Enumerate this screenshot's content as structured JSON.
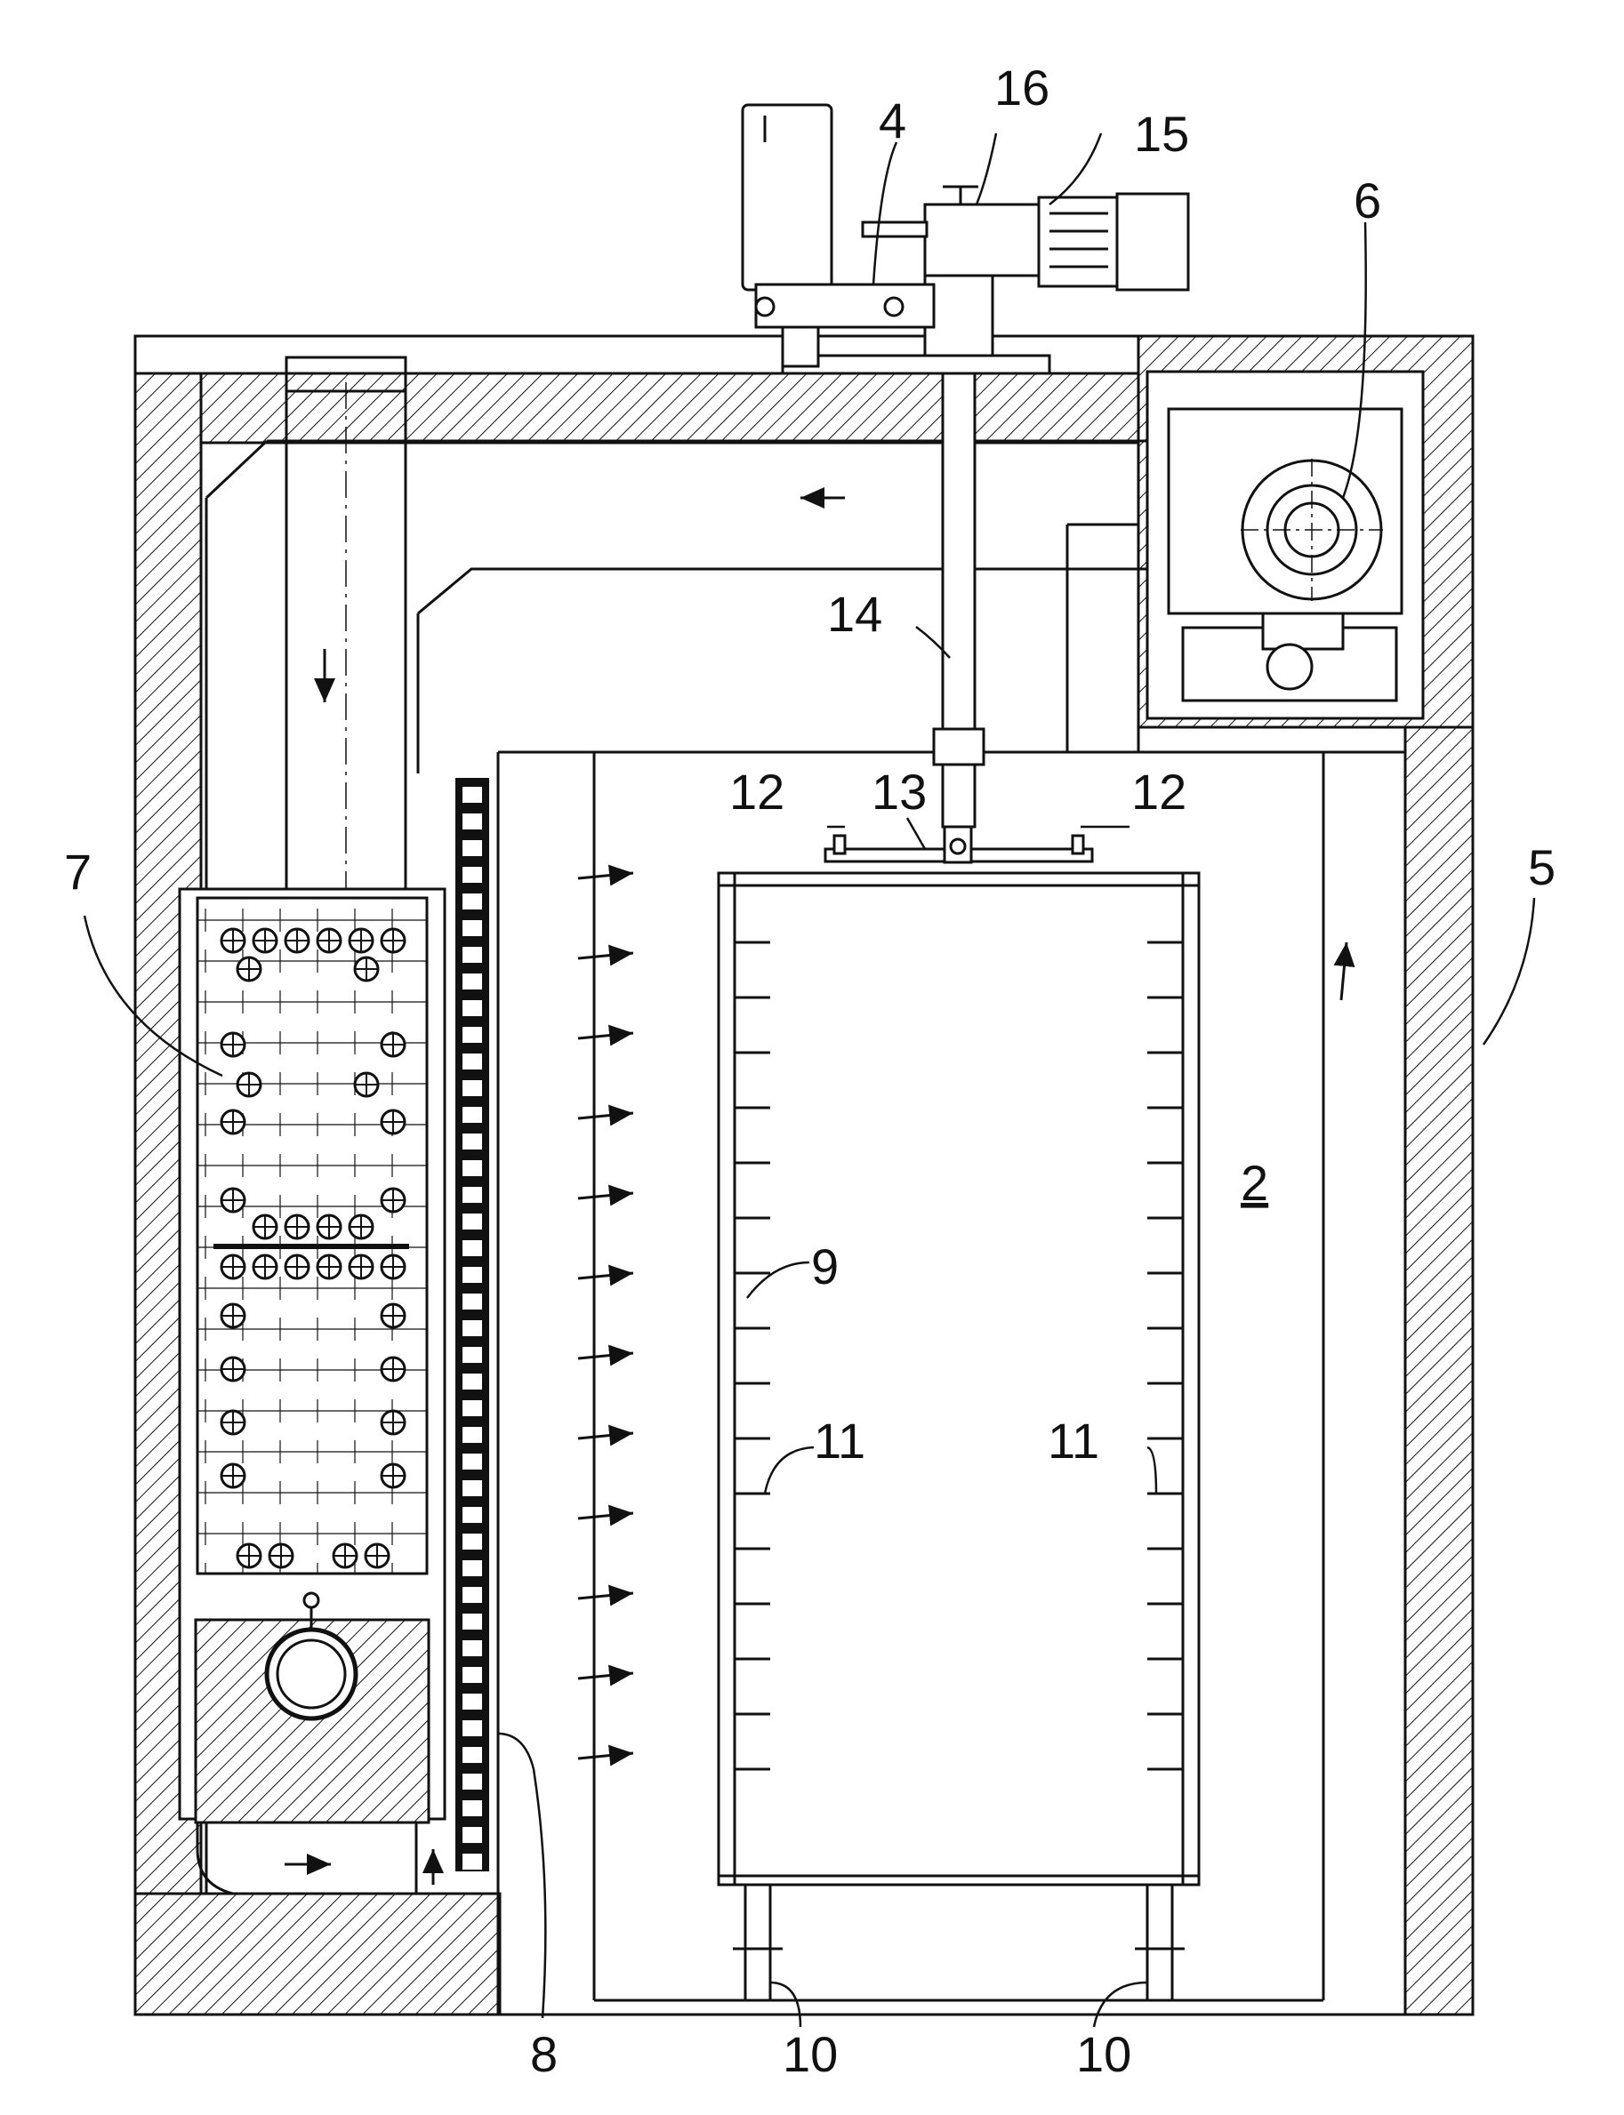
{
  "figure": {
    "labels": {
      "ref_2": "2",
      "ref_4": "4",
      "ref_5": "5",
      "ref_6": "6",
      "ref_7": "7",
      "ref_8": "8",
      "ref_9": "9",
      "ref_10a": "10",
      "ref_10b": "10",
      "ref_11a": "11",
      "ref_11b": "11",
      "ref_12a": "12",
      "ref_12b": "12",
      "ref_13": "13",
      "ref_14": "14",
      "ref_15": "15",
      "ref_16": "16"
    },
    "colors": {
      "ink": "#111111",
      "paper": "#ffffff"
    }
  }
}
